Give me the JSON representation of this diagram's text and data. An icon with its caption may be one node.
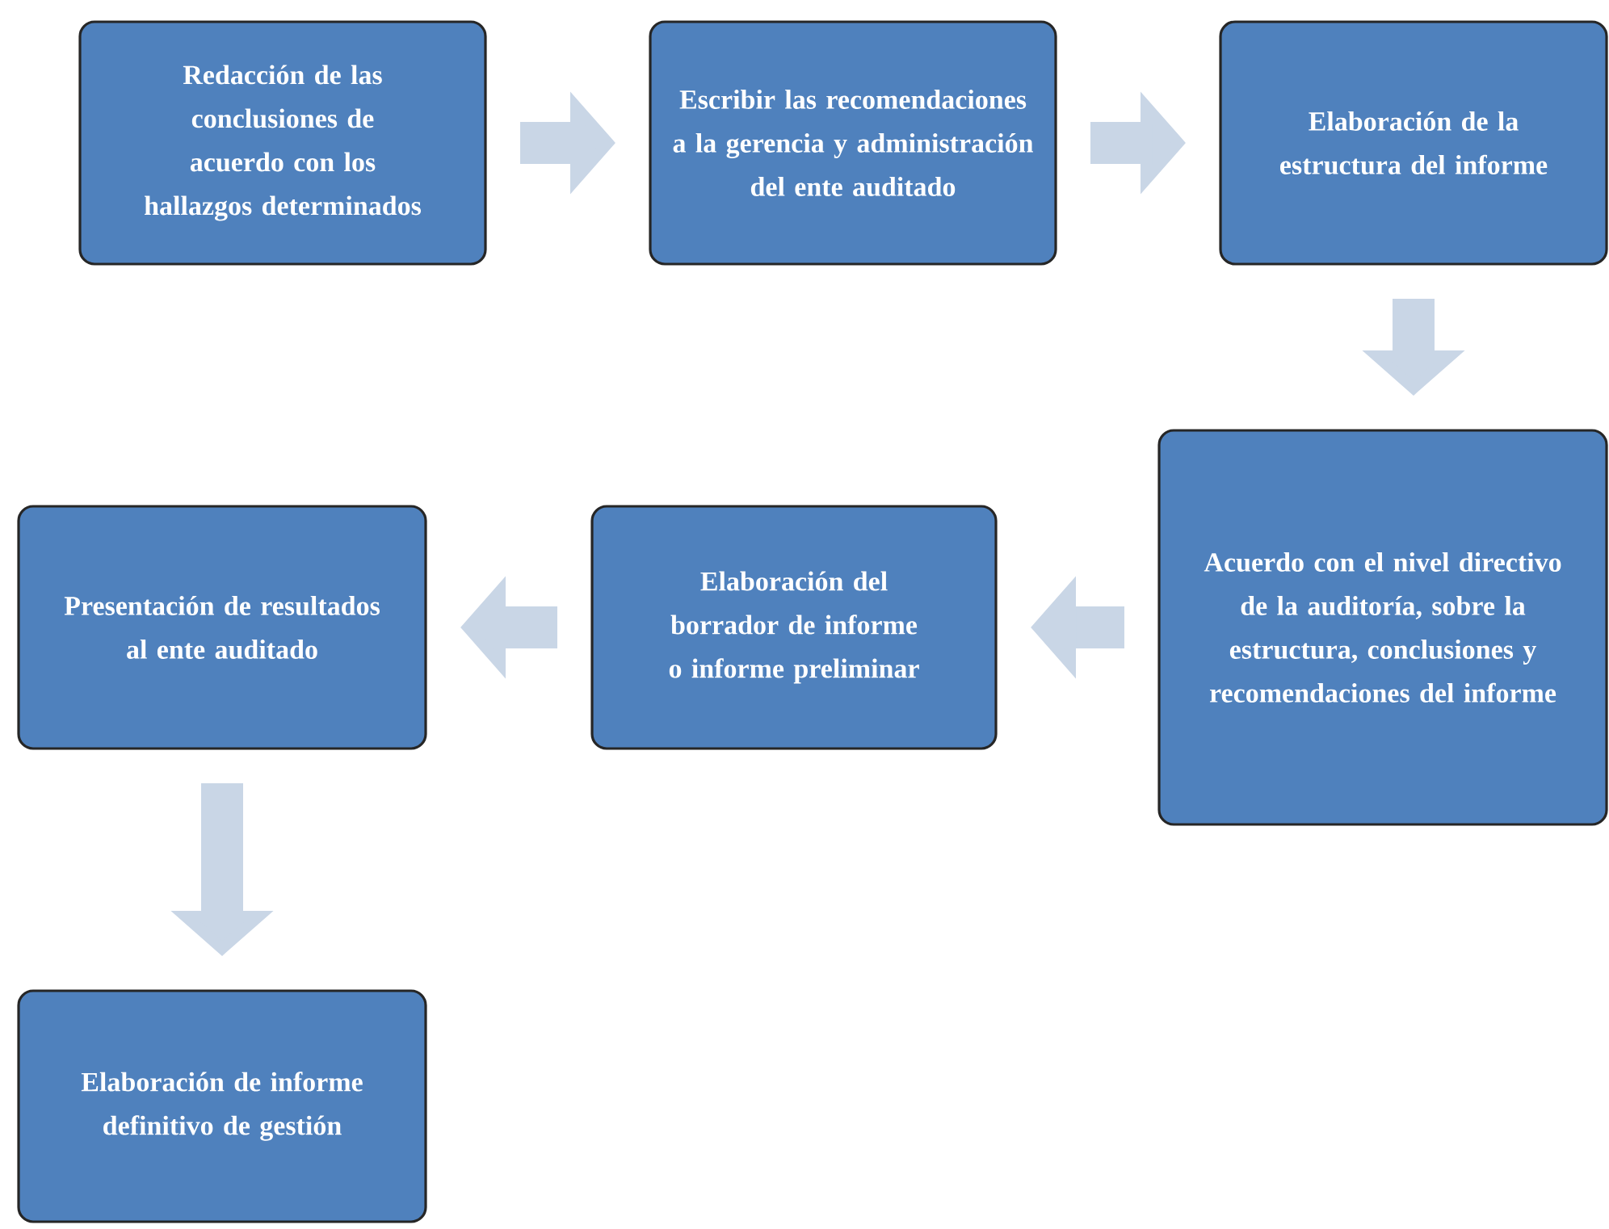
{
  "diagram": {
    "nodes": [
      {
        "text": [
          "Redacción de las conclusiones de acuerdo con los hallazgos determinados"
        ]
      },
      {
        "text": [
          "Escribir las recomendaciones a la gerencia y administración del ente auditado"
        ]
      },
      {
        "text": [
          "Elaboración de la estructura del informe"
        ]
      },
      {
        "text": [
          "Acuerdo con el nivel directivo de la auditoría, sobre la estructura, conclusiones y recomendaciones del informe"
        ]
      },
      {
        "text": [
          "Elaboración del borrador de informe o informe preliminar"
        ]
      },
      {
        "text": [
          "Presentación de resultados al ente auditado"
        ]
      },
      {
        "text": [
          "Elaboración de informe definitivo de gestión"
        ]
      }
    ],
    "edges": [
      {
        "from": 0,
        "to": 1,
        "arrow": "to"
      },
      {
        "from": 1,
        "to": 2,
        "arrow": "to"
      },
      {
        "from": 2,
        "to": 3,
        "arrow": "to"
      },
      {
        "from": 3,
        "to": 4,
        "arrow": "to"
      },
      {
        "from": 4,
        "to": 5,
        "arrow": "to"
      },
      {
        "from": 5,
        "to": 6,
        "arrow": "to"
      }
    ]
  }
}
